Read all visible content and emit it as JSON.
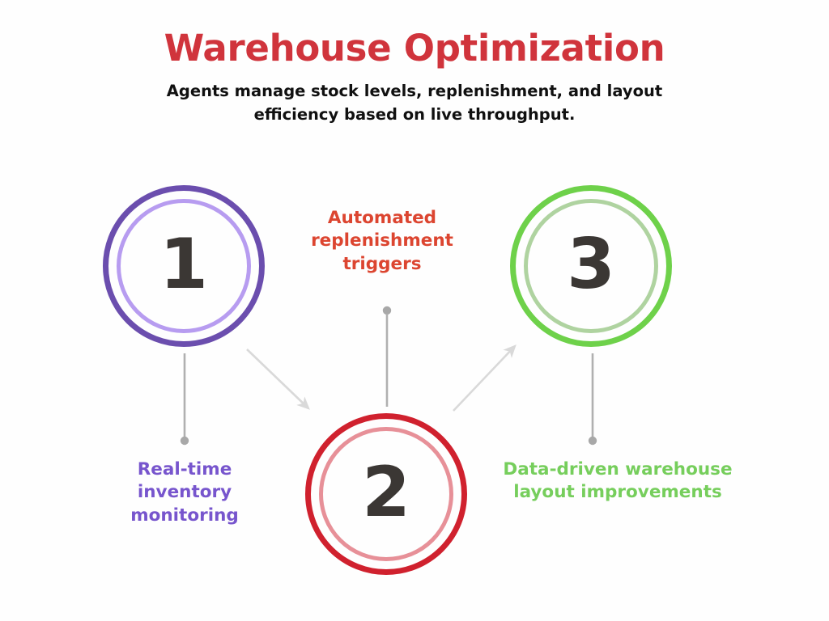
{
  "header": {
    "title": "Warehouse Optimization",
    "subtitle": "Agents manage stock levels, replenishment, and layout efficiency based on live throughput."
  },
  "colors": {
    "title": "#d0343c",
    "subtitle": "#101010",
    "background": "#fefefe",
    "connector": "#b0b0b0",
    "arrow": "#d9d9d9",
    "number": "#3b3734"
  },
  "nodes": [
    {
      "number": "1",
      "outer_ring_color": "#6b4eae",
      "inner_ring_color": "#b79cf0",
      "label": "Real-time inventory monitoring",
      "label_color": "#7755cd"
    },
    {
      "number": "2",
      "outer_ring_color": "#d0212e",
      "inner_ring_color": "#e79098",
      "label": "Automated replenishment triggers",
      "label_color": "#dc4530"
    },
    {
      "number": "3",
      "outer_ring_color": "#6ed14a",
      "inner_ring_color": "#afd3a0",
      "label": "Data-driven warehouse layout improvements",
      "label_color": "#76ce5c"
    }
  ]
}
